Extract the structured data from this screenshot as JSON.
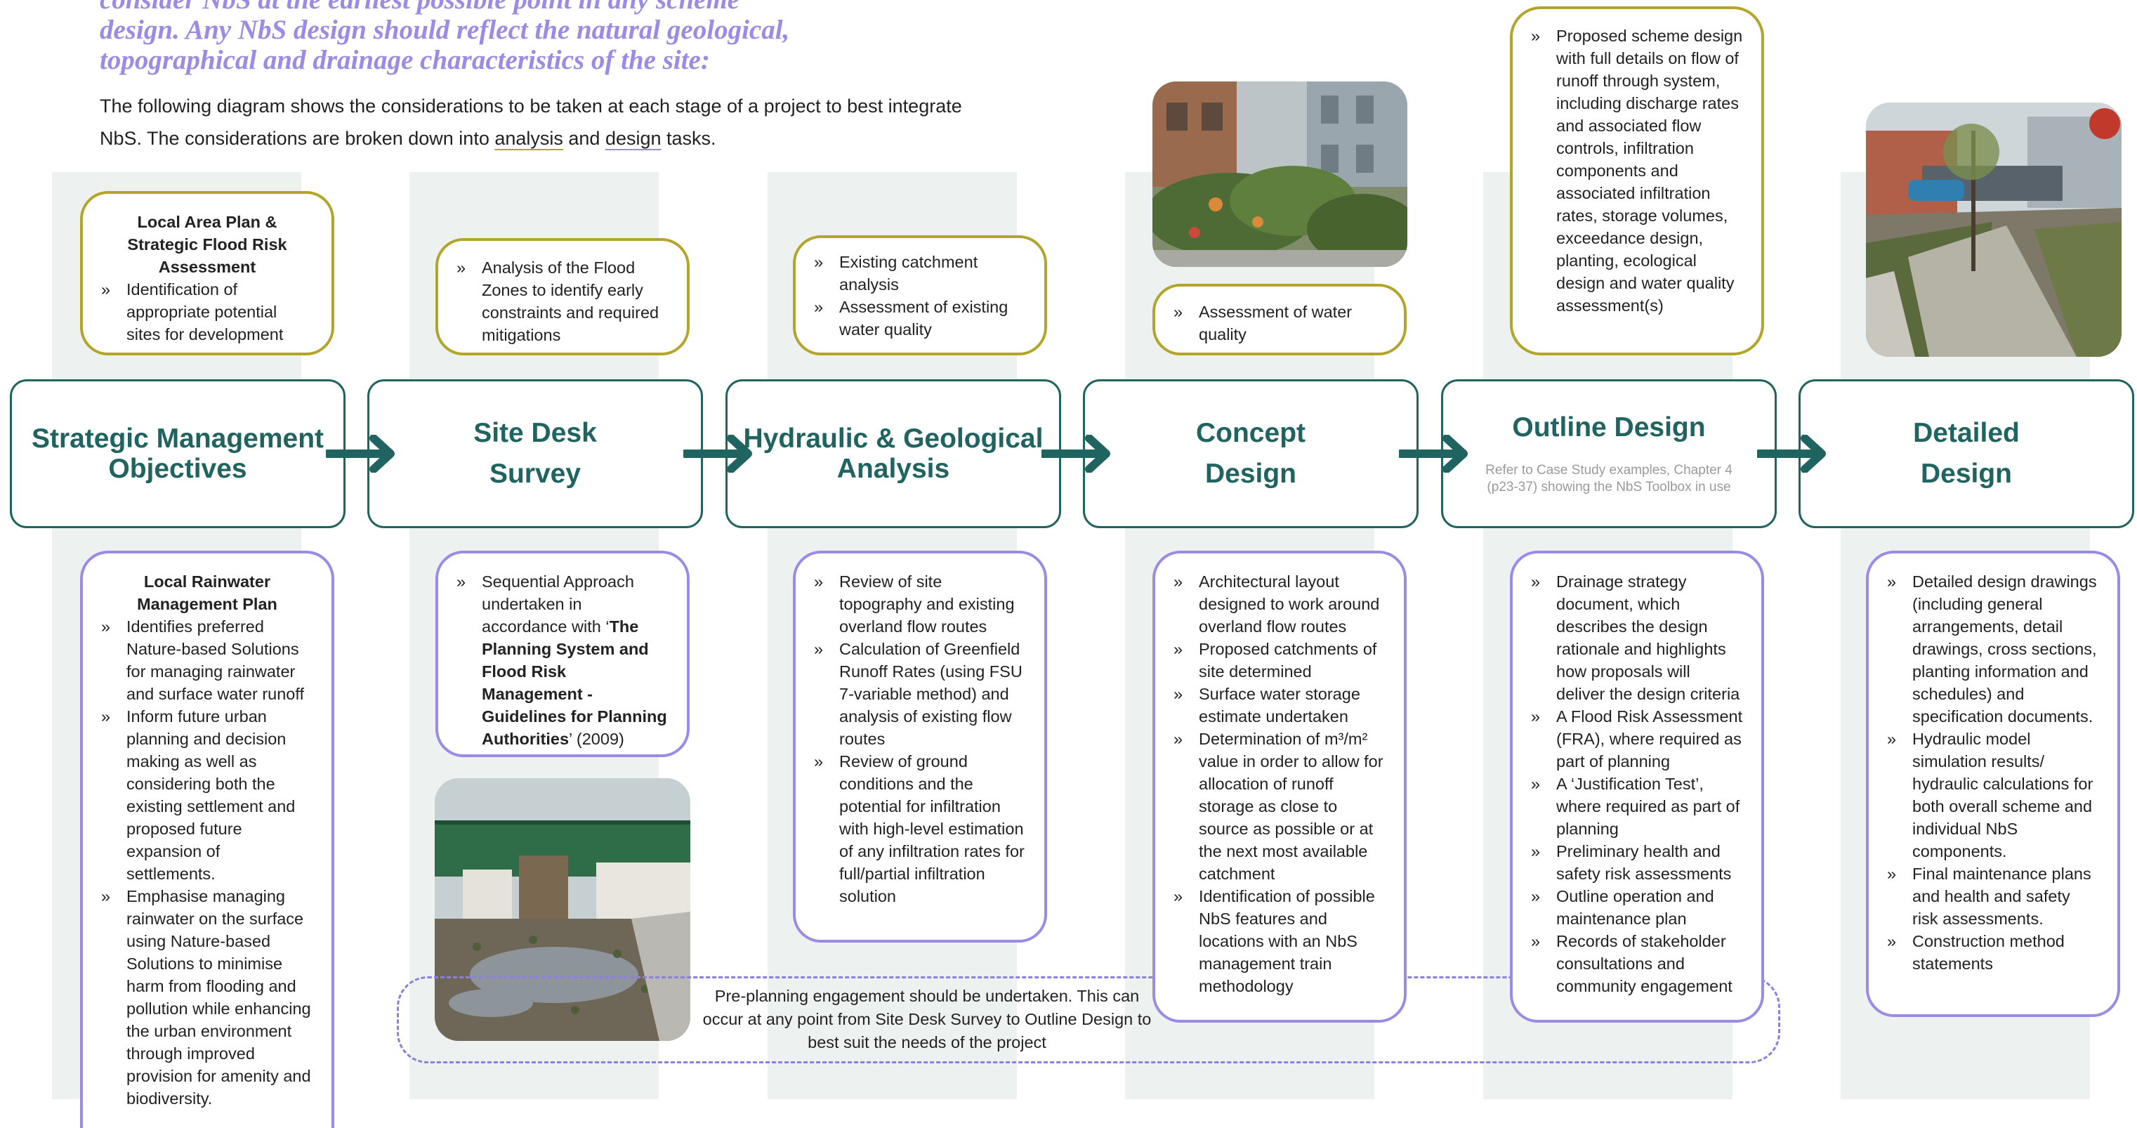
{
  "intro": {
    "heading_lines": [
      "consider NbS at the earliest possible point in any scheme",
      "design. Any NbS design should reflect the natural geological,",
      "topographical and drainage characteristics of the site:"
    ],
    "text_before": "The following diagram shows the considerations to be taken at each stage of a project to best integrate NbS. The considerations are broken down into ",
    "analysis_word": "analysis",
    "text_middle": " and ",
    "design_word": "design",
    "text_after": " tasks."
  },
  "stages": [
    {
      "title": "Strategic Management Objectives"
    },
    {
      "title": "Site Desk Survey"
    },
    {
      "title": "Hydraulic & Geological Analysis"
    },
    {
      "title": "Concept Design"
    },
    {
      "title": "Outline Design",
      "note": "Refer to Case Study examples, Chapter 4 (p23-37) showing the NbS Toolbox in use"
    },
    {
      "title": "Detailed Design"
    }
  ],
  "analysis_cards": [
    {
      "title": "Local Area Plan & Strategic Flood Risk Assessment",
      "items": [
        "Identification of appropriate potential sites for development"
      ]
    },
    {
      "items": [
        "Analysis of the Flood Zones to identify early constraints and required mitigations"
      ]
    },
    {
      "items": [
        "Existing catchment analysis",
        "Assessment of existing water quality"
      ]
    },
    {
      "items": [
        "Assessment of water quality"
      ]
    },
    {
      "items": [
        "Proposed scheme design with full details on flow of runoff through system, including discharge rates and associated flow controls, infiltration components and associated infiltration rates, storage volumes, exceedance design, planting, ecological design and water quality assessment(s)"
      ]
    }
  ],
  "design_cards": [
    {
      "title": "Local Rainwater Management Plan",
      "items": [
        "Identifies preferred Nature-based Solutions for managing rainwater and surface water runoff",
        "Inform future urban planning and decision making as well as considering both the existing settlement and proposed future expansion of settlements.",
        "Emphasise managing rainwater on the surface using Nature-based Solutions to minimise harm from flooding and pollution while enhancing the urban environment through improved provision for amenity and biodiversity."
      ]
    },
    {
      "item_prefix": "Sequential Approach undertaken in accordance with ‘",
      "item_bold": "The Planning System and Flood Risk Management - Guidelines for Planning Authorities",
      "item_suffix": "’ (2009)"
    },
    {
      "items": [
        "Review of site topography and existing overland flow routes",
        "Calculation of Greenfield Runoff Rates (using FSU 7-variable method) and analysis of existing flow routes",
        "Review of ground conditions and the potential for infiltration with high-level estimation of any infiltration rates for full/partial infiltration solution"
      ]
    },
    {
      "items": [
        "Architectural layout designed to work around overland flow routes",
        "Proposed catchments of site determined",
        "Surface water storage estimate undertaken",
        "Determination of m³/m² value in order to allow for allocation of runoff storage as close to source as possible or at the next most available catchment",
        "Identification of possible NbS features and locations with an NbS management train methodology"
      ]
    },
    {
      "items": [
        "Drainage strategy document, which describes the design rationale and highlights how proposals will deliver the design criteria",
        "A Flood Risk Assessment (FRA), where required as part of planning",
        "A ‘Justification Test’, where required as part of planning",
        "Preliminary health and safety risk assessments",
        "Outline operation and maintenance plan",
        "Records of stakeholder consultations and community engagement"
      ]
    },
    {
      "items": [
        "Detailed design drawings (including general arrangements, detail drawings, cross sections, planting information and schedules) and specification documents.",
        "Hydraulic model simulation results/ hydraulic calculations for both overall scheme and individual NbS components.",
        "Final maintenance plans and health and safety risk assessments.",
        "Construction method statements"
      ]
    }
  ],
  "engagement_note": "Pre-planning engagement should be undertaken. This can occur at any point from Site Desk Survey to Outline Design to best suit the needs of the project",
  "colors": {
    "stage": "#1f6460",
    "analysis": "#b3a42a",
    "design": "#9b8ae6",
    "column_bg": "#edf2f0"
  }
}
